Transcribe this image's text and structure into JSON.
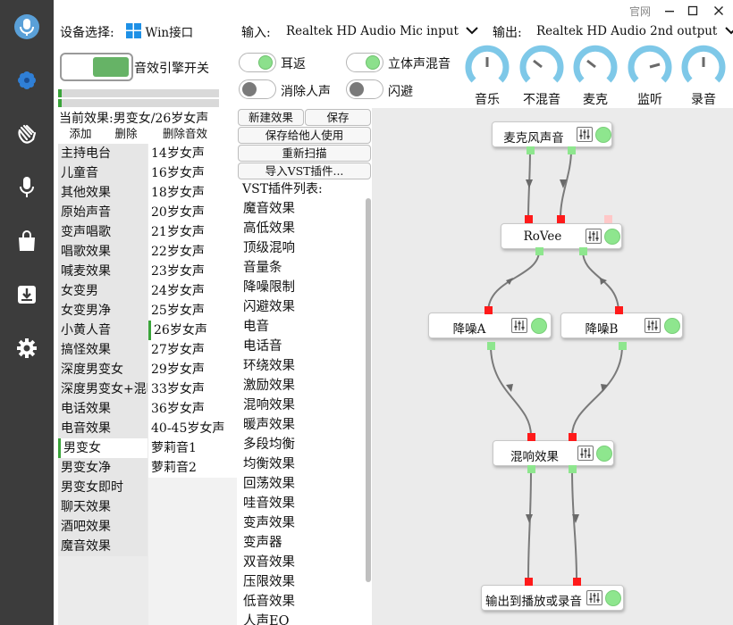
{
  "window": {
    "official_site": "官网",
    "minimize": "−",
    "maximize": "□",
    "close": "✕"
  },
  "sidebar": {
    "items": [
      {
        "icon": "microphone-logo-icon"
      },
      {
        "icon": "flower-icon"
      },
      {
        "icon": "clapping-hand-icon"
      },
      {
        "icon": "microphone-icon"
      },
      {
        "icon": "shopping-bag-icon"
      },
      {
        "icon": "download-icon"
      },
      {
        "icon": "gear-icon"
      }
    ]
  },
  "device": {
    "label": "设备选择:",
    "value": "Win接口",
    "input_label": "输入:",
    "input_value": "Realtek HD Audio Mic input",
    "output_label": "输出:",
    "output_value": "Realtek HD Audio 2nd output"
  },
  "engine": {
    "label": "音效引擎开关",
    "on": true
  },
  "toggles": [
    {
      "label": "耳返",
      "on": true
    },
    {
      "label": "立体声混音",
      "on": true
    },
    {
      "label": "消除人声",
      "on": false
    },
    {
      "label": "闪避",
      "on": false
    }
  ],
  "meters": [
    {
      "level": 0.02
    },
    {
      "level": 0.02
    }
  ],
  "knobs": [
    {
      "label": "音乐",
      "value": 0.5
    },
    {
      "label": "不混音",
      "value": 0.3
    },
    {
      "label": "麦克",
      "value": 0.3
    },
    {
      "label": "监听",
      "value": 0.75
    },
    {
      "label": "录音",
      "value": 0.5
    }
  ],
  "current_effect": "当前效果:男变女/26岁女声",
  "effect_actions": {
    "add": "添加",
    "delete": "删除",
    "delete_effect": "删除音效"
  },
  "effects_left": [
    "主持电台",
    "儿童音",
    "其他效果",
    "原始声音",
    "变声唱歌",
    "唱歌效果",
    "喊麦效果",
    "女变男",
    "女变男净",
    "小黄人音",
    "搞怪效果",
    "深度男变女",
    "深度男变女+混响",
    "电话效果",
    "电音效果",
    "男变女",
    "男变女净",
    "男变女即时",
    "聊天效果",
    "酒吧效果",
    "魔音效果"
  ],
  "effects_right": [
    "14岁女声",
    "16岁女声",
    "18岁女声",
    "20岁女声",
    "21岁女声",
    "22岁女声",
    "23岁女声",
    "24岁女声",
    "25岁女声",
    "26岁女声",
    "27岁女声",
    "29岁女声",
    "33岁女声",
    "36岁女声",
    "40-45岁女声",
    "萝莉音1",
    "萝莉音2"
  ],
  "buttons": {
    "new_effect": "新建效果",
    "save": "保存",
    "save_share": "保存给他人使用",
    "rescan": "重新扫描",
    "import_vst": "导入VST插件..."
  },
  "vst": {
    "title": "VST插件列表:",
    "items": [
      "魔音效果",
      "高低效果",
      "顶级混响",
      "音量条",
      "降噪限制",
      "闪避效果",
      "电音",
      "电话音",
      "环绕效果",
      "激励效果",
      "混响效果",
      "暖声效果",
      "多段均衡",
      "均衡效果",
      "回荡效果",
      "哇音效果",
      "变声效果",
      "变声器",
      "双音效果",
      "压限效果",
      "低音效果",
      "人声EQ"
    ]
  },
  "graph": {
    "nodes": [
      {
        "id": "mic",
        "label": "麦克风声音"
      },
      {
        "id": "rovee",
        "label": "RoVee"
      },
      {
        "id": "nra",
        "label": "降噪A"
      },
      {
        "id": "nrb",
        "label": "降噪B"
      },
      {
        "id": "reverb",
        "label": "混响效果"
      },
      {
        "id": "out",
        "label": "输出到播放或录音"
      }
    ]
  },
  "colors": {
    "accent_green": "#66b366",
    "led_green": "#8ee68e",
    "port_red": "#ff1a1a",
    "knob_blue": "#7ec8e8",
    "sidebar_bg": "#3c3c3c"
  }
}
